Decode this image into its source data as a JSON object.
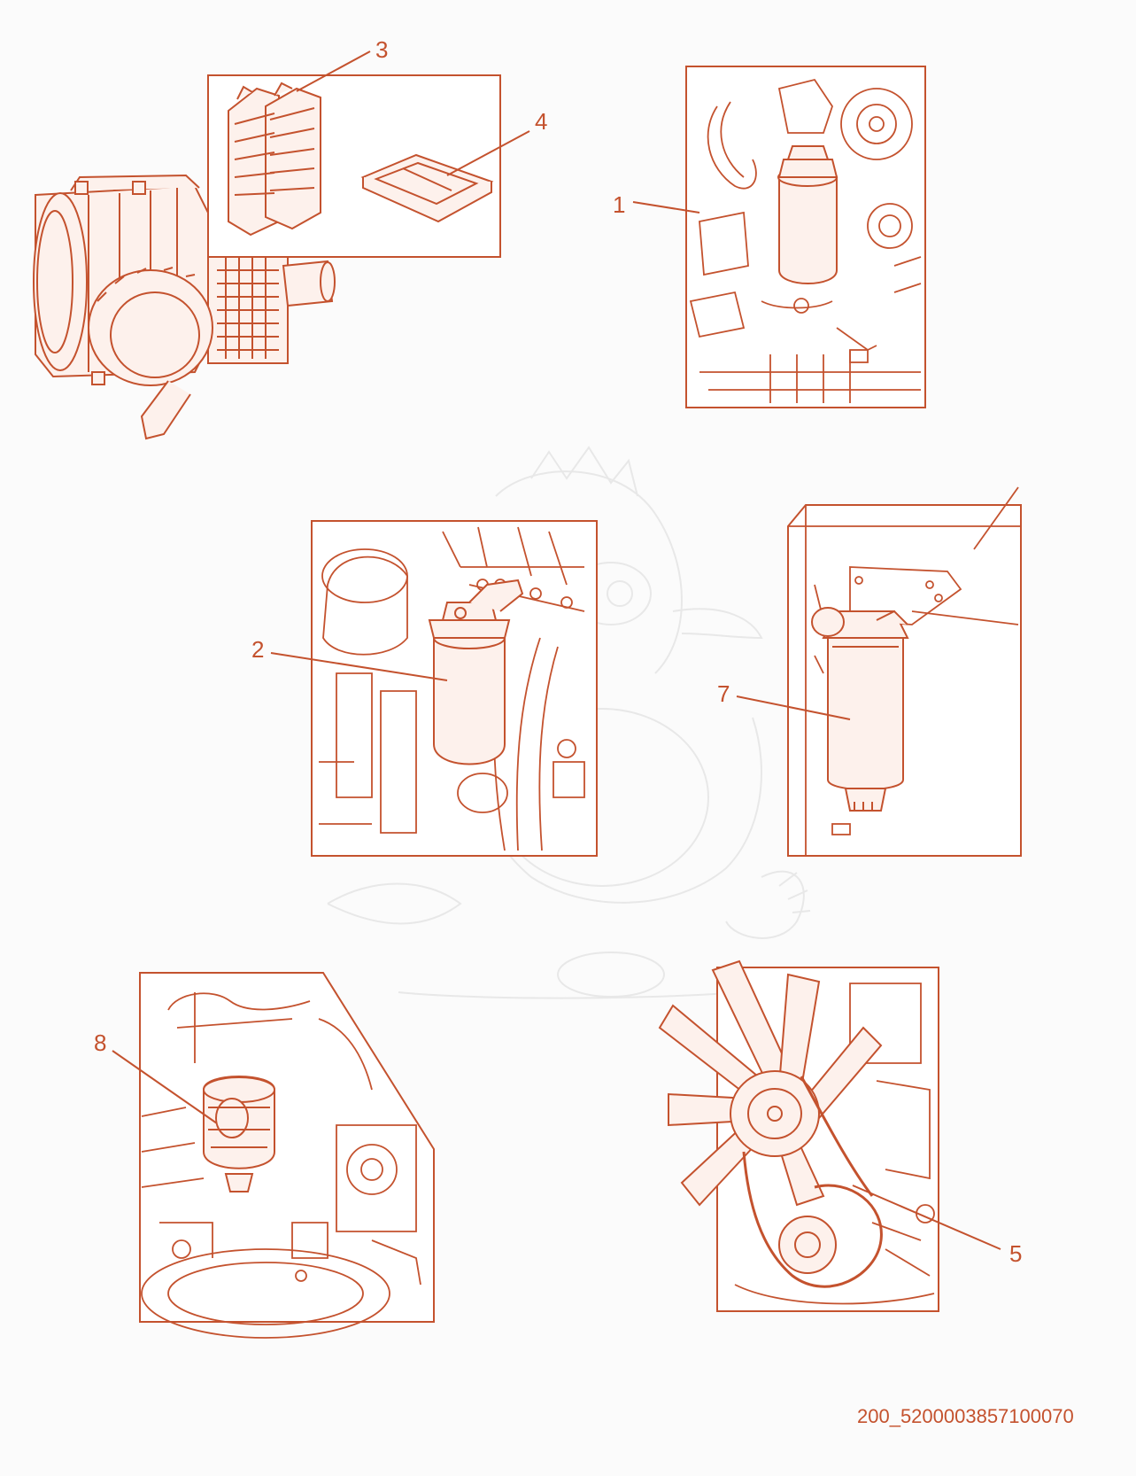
{
  "colors": {
    "line": "#c4522e",
    "fill": "#fdf1ec",
    "watermark": "#e7e7e7",
    "background": "#fbfbfb"
  },
  "callouts": {
    "c1": "1",
    "c2": "2",
    "c3": "3",
    "c4": "4",
    "c5": "5",
    "c7": "7",
    "c8": "8"
  },
  "reference_code": "200_5200003857100070"
}
